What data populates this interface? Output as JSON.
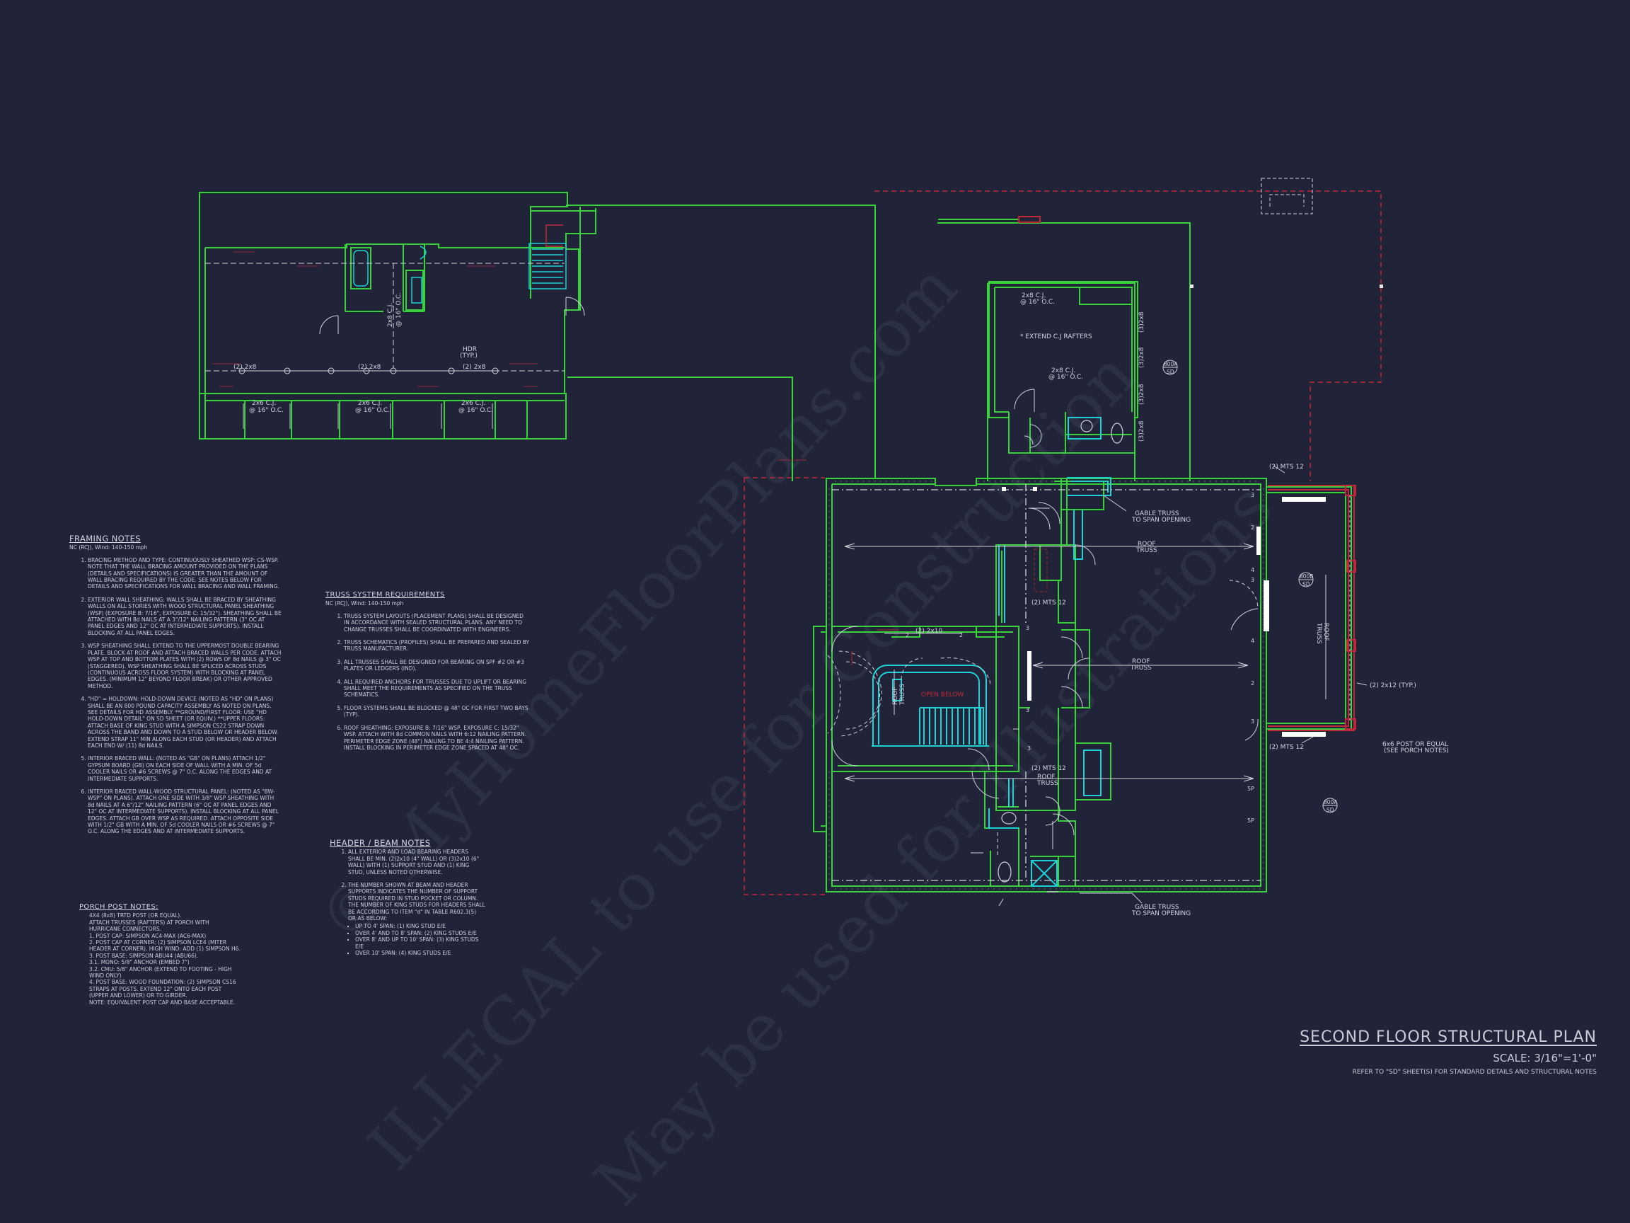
{
  "watermarks": [
    "© MyHomeFloorPlans.com",
    "ILLEGAL to use for Construction",
    "May be used for Illustrations"
  ],
  "title_block": {
    "title": "SECOND FLOOR STRUCTURAL PLAN",
    "scale": "SCALE: 3/16\"=1'-0\"",
    "reference": "REFER TO \"SD\" SHEET(S) FOR STANDARD DETAILS AND STRUCTURAL NOTES"
  },
  "framing_notes": {
    "title": "FRAMING NOTES",
    "subtitle": "NC (RCJ), Wind: 140-150 mph",
    "items": [
      "BRACING METHOD AND TYPE: CONTINUOUSLY SHEATHED WSP: CS-WSP. NOTE THAT THE WALL BRACING AMOUNT PROVIDED ON THE PLANS (DETAILS AND SPECIFICATIONS) IS GREATER THAN THE AMOUNT OF WALL BRACING REQUIRED BY THE CODE. SEE NOTES BELOW FOR DETAILS AND SPECIFICATIONS FOR WALL BRACING AND WALL FRAMING.",
      "EXTERIOR WALL SHEATHING: WALLS SHALL BE BRACED BY SHEATHING WALLS ON ALL STORIES WITH WOOD STRUCTURAL PANEL SHEATHING (WSP) (EXPOSURE B: 7/16\", EXPOSURE C: 15/32\"). SHEATHING SHALL BE ATTACHED WITH 8d NAILS AT A 3\"/12\" NAILING PATTERN (3\" OC AT PANEL EDGES AND 12\" OC AT INTERMEDIATE SUPPORTS). INSTALL BLOCKING AT ALL PANEL EDGES.",
      "WSP SHEATHING SHALL EXTEND TO THE UPPERMOST DOUBLE BEARING PLATE. BLOCK AT ROOF AND ATTACH BRACED WALLS PER CODE. ATTACH WSP AT TOP AND BOTTOM PLATES WITH (2) ROWS OF 8d NAILS @ 3\" OC (STAGGERED). WSP SHEATHING SHALL BE SPLICED ACROSS STUDS (CONTINUOUS ACROSS FLOOR SYSTEM) WITH BLOCKING AT PANEL EDGES. (MINIMUM 12\" BEYOND FLOOR BREAK) OR OTHER APPROVED METHOD.",
      "\"HD\" = HOLDOWN: HOLD-DOWN DEVICE (NOTED AS \"HD\" ON PLANS) SHALL BE AN 800 POUND CAPACITY ASSEMBLY AS NOTED ON PLANS. SEE DETAILS FOR HD ASSEMBLY. **GROUND/FIRST FLOOR: USE \"HD HOLD-DOWN DETAIL\" ON SD SHEET (OR EQUIV.) **UPPER FLOORS: ATTACH BASE OF KING STUD WITH A SIMPSON CS22 STRAP DOWN ACROSS THE BAND AND DOWN TO A STUD BELOW OR HEADER BELOW. EXTEND STRAP 11\" MIN ALONG EACH STUD (OR HEADER) AND ATTACH EACH END W/ (11) 8d NAILS.",
      "INTERIOR BRACED WALL: (NOTED AS \"GB\" ON PLANS) ATTACH 1/2\" GYPSUM BOARD (GB) ON EACH SIDE OF WALL WITH A MIN. OF 5d COOLER NAILS OR #6 SCREWS @ 7\" O.C. ALONG THE EDGES AND AT INTERMEDIATE SUPPORTS.",
      "INTERIOR BRACED WALL-WOOD STRUCTURAL PANEL: (NOTED AS \"BW-WSP\" ON PLANS). ATTACH ONE SIDE WITH 3/8\" WSP SHEATHING WITH 8d NAILS AT A 6\"/12\" NAILING PATTERN (6\" OC AT PANEL EDGES AND 12\" OC AT INTERMEDIATE SUPPORTS). INSTALL BLOCKING AT ALL PANEL EDGES. ATTACH GB OVER WSP AS REQUIRED. ATTACH OPPOSITE SIDE WITH 1/2\" GB WITH A MIN. OF 5d COOLER NAILS OR #6 SCREWS @ 7\" O.C. ALONG THE EDGES AND AT INTERMEDIATE SUPPORTS."
    ]
  },
  "porch_post_notes": {
    "title": "PORCH POST NOTES:",
    "items": [
      "4X4 (8x8) TRTD POST (OR EQUAL).",
      "ATTACH TRUSSES (RAFTERS) AT PORCH WITH HURRICANE CONNECTORS.",
      "1. POST CAP: SIMPSON AC4-MAX (AC6-MAX)",
      "2. POST CAP AT CORNER: (2) SIMPSON LCE4 (MITER HEADER AT CORNER). HIGH WIND: ADD (1) SIMPSON H6.",
      "3. POST BASE: SIMPSON ABU44 (ABU66).",
      "3.1. MONO: 5/8\" ANCHOR (EMBED 7\")",
      "3.2. CMU: 5/8\" ANCHOR (EXTEND TO FOOTING - HIGH WIND ONLY)",
      "4. POST BASE: WOOD FOUNDATION: (2) SIMPSON CS16 STRAPS AT POSTS. EXTEND 12\" ONTO EACH POST (UPPER AND LOWER) OR TO GIRDER.",
      "NOTE: EQUIVALENT POST CAP AND BASE ACCEPTABLE."
    ]
  },
  "truss_notes": {
    "title": "TRUSS SYSTEM REQUIREMENTS",
    "subtitle": "NC (RCJ), Wind: 140-150 mph",
    "items": [
      "TRUSS SYSTEM LAYOUTS (PLACEMENT PLANS) SHALL BE DESIGNED IN ACCORDANCE WITH SEALED STRUCTURAL PLANS. ANY NEED TO CHANGE TRUSSES SHALL BE COORDINATED WITH ENGINEERS.",
      "TRUSS SCHEMATICS (PROFILES) SHALL BE PREPARED AND SEALED BY TRUSS MANUFACTURER.",
      "ALL TRUSSES SHALL BE DESIGNED FOR BEARING ON SPF #2 OR #3 PLATES OR LEDGERS (IND).",
      "ALL REQUIRED ANCHORS FOR TRUSSES DUE TO UPLIFT OR BEARING SHALL MEET THE REQUIREMENTS AS SPECIFIED ON THE TRUSS SCHEMATICS.",
      "FLOOR SYSTEMS SHALL BE BLOCKED @ 48\" OC FOR FIRST TWO BAYS (TYP).",
      "ROOF SHEATHING: EXPOSURE B: 7/16\" WSP, EXPOSURE C: 15/32\" WSP. ATTACH WITH 8d COMMON NAILS WITH 6:12 NAILING PATTERN. PERIMETER EDGE ZONE (48\") NAILING TO BE 4:4 NAILING PATTERN. INSTALL BLOCKING IN PERIMETER EDGE ZONE SPACED AT 48\" OC."
    ]
  },
  "header_notes": {
    "title": "HEADER / BEAM NOTES",
    "items": [
      "ALL EXTERIOR AND LOAD BEARING HEADERS SHALL BE MIN. (2)2x10 (4\" WALL) OR (3)2x10 (6\" WALL) WITH (1) SUPPORT STUD AND (1) KING STUD, UNLESS NOTED OTHERWISE.",
      "THE NUMBER SHOWN AT BEAM AND HEADER SUPPORTS INDICATES THE NUMBER OF SUPPORT STUDS REQUIRED IN STUD POCKET OR COLUMN. THE NUMBER OF KING STUDS FOR HEADERS SHALL BE ACCORDING TO ITEM \"d\" IN TABLE R602.3(5) OR AS BELOW:"
    ],
    "spans": [
      "UP TO 4' SPAN: (1) KING STUD E/E",
      "OVER 4' AND TO 8' SPAN: (2) KING STUDS E/E",
      "OVER 8' AND UP TO 10' SPAN: (3) KING STUDS E/E",
      "OVER 10' SPAN: (4) KING STUDS E/E"
    ]
  },
  "plan_labels": {
    "cj_2x8": "2x8 C.J.",
    "oc_16": "@ 16\" O.C.",
    "cj_2x6": "2x6 C.J.",
    "two_2x8": "(2) 2x8",
    "hdr": "HDR",
    "typ": "(TYP.)",
    "extend_cj": "* EXTEND C.J RAFTERS",
    "two_2x10": "(2) 2x10",
    "mts12": "(2) MTS 12",
    "gable_truss": "GABLE TRUSS",
    "span_opening": "TO SPAN OPENING",
    "roof": "ROOF",
    "truss": "TRUSS",
    "open_below": "OPEN BELOW",
    "post_2x12": "(2) 2x12 (TYP.)",
    "post_6x6": "6x6 POST OR EQUAL",
    "porch_notes": "(SEE PORCH NOTES)",
    "tag_800a": "800A",
    "tag_800b": "800B",
    "tag_sd": "SD",
    "n2": "2",
    "n3": "3",
    "n4": "4",
    "n5p": "5P",
    "side_3x2x8": "(3)2x8"
  },
  "colors": {
    "background": "#212438",
    "wall": "#39d13c",
    "red": "#c0283a",
    "cyan": "#1fd0d6",
    "text": "#d0d3de"
  }
}
